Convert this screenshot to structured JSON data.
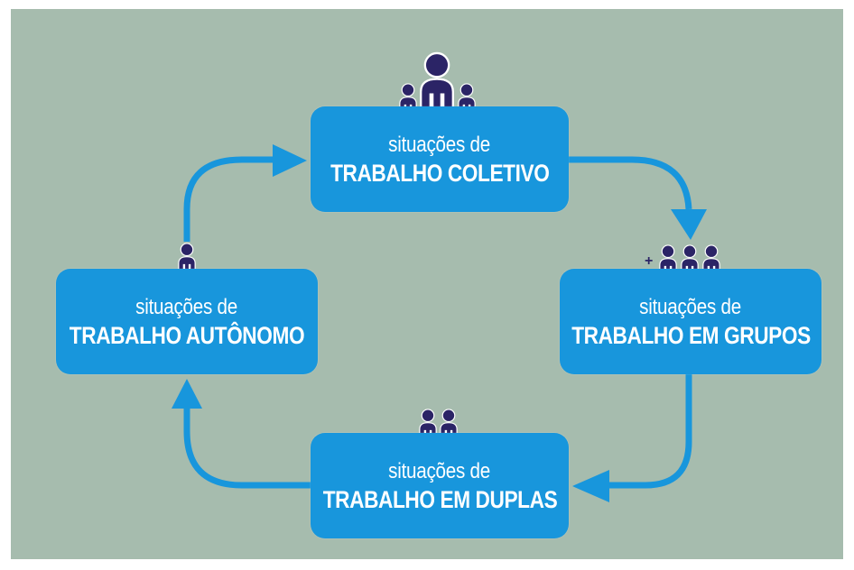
{
  "colors": {
    "background": "#a6bcae",
    "box_fill": "#1896dc",
    "arrow": "#1896dc",
    "person_icon": "#2b2466",
    "text": "#ffffff"
  },
  "stages": [
    {
      "id": "coletivo",
      "line1": "situações de",
      "line2": "TRABALHO COLETIVO",
      "icon": "teacher-with-students-icon"
    },
    {
      "id": "grupos",
      "line1": "situações de",
      "line2": "TRABALHO EM GRUPOS",
      "icon": "group-people-icon"
    },
    {
      "id": "duplas",
      "line1": "situações de",
      "line2": "TRABALHO EM DUPLAS",
      "icon": "pair-people-icon"
    },
    {
      "id": "autonomo",
      "line1": "situações de",
      "line2": "TRABALHO AUTÔNOMO",
      "icon": "single-person-icon"
    }
  ],
  "groups_prefix": "+",
  "flow": [
    "coletivo",
    "grupos",
    "duplas",
    "autonomo",
    "coletivo"
  ]
}
